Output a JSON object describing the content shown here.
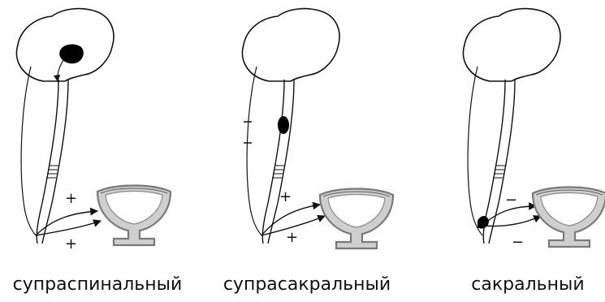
{
  "panels": [
    {
      "label": "супраспинальный",
      "signs": [
        "+",
        "+"
      ]
    },
    {
      "label": "супрасакральный",
      "signs": [
        "+",
        "+"
      ]
    },
    {
      "label": "сакральный",
      "signs": [
        "−",
        "−"
      ]
    }
  ],
  "colors": {
    "line": "#111111",
    "bladder_outer": "#7a7a7a",
    "bladder_inner": "#cfcfcf",
    "bladder_lumen": "#ffffff",
    "lesion": "#000000"
  },
  "icons": [
    "brain-outline",
    "spinal-cord",
    "bladder",
    "lesion-blob"
  ]
}
